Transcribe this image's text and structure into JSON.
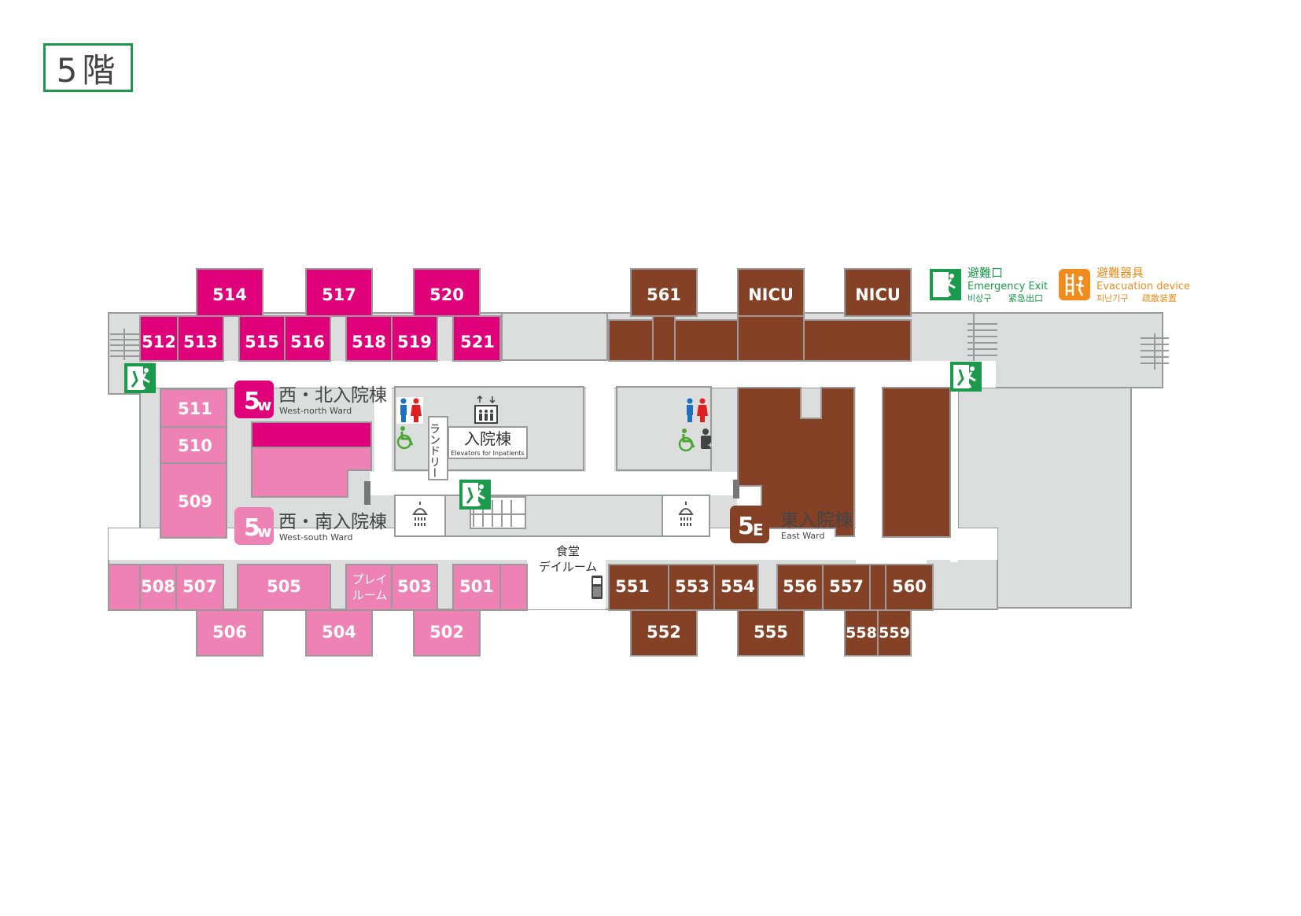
{
  "floor": "5階",
  "colors": {
    "west_north": "#e0007a",
    "west_south": "#ef82b4",
    "east": "#854125",
    "corridor_gray": "#dcdddd",
    "outline": "#9a9a9a",
    "exit_green": "#1a9a4a",
    "evac_orange": "#f08c1e"
  },
  "rooms": {
    "r514": "514",
    "r517": "517",
    "r520": "520",
    "r512": "512",
    "r513": "513",
    "r515": "515",
    "r516": "516",
    "r518": "518",
    "r519": "519",
    "r521": "521",
    "r511": "511",
    "r510": "510",
    "r509": "509",
    "r508": "508",
    "r507": "507",
    "r505": "505",
    "r503": "503",
    "r501": "501",
    "r506": "506",
    "r504": "504",
    "r502": "502",
    "r561": "561",
    "nicu1": "NICU",
    "nicu2": "NICU",
    "r551": "551",
    "r553": "553",
    "r554": "554",
    "r556": "556",
    "r557": "557",
    "r560": "560",
    "r552": "552",
    "r555": "555",
    "r558": "558",
    "r559": "559"
  },
  "playroom": {
    "line1": "プレイ",
    "line2": "ルーム"
  },
  "wards": {
    "west_north": {
      "badge_num": "5",
      "badge_letter": "w",
      "name": "西・北入院棟",
      "en": "West-north Ward"
    },
    "west_south": {
      "badge_num": "5",
      "badge_letter": "w",
      "name": "西・南入院棟",
      "en": "West-south Ward"
    },
    "east": {
      "badge_num": "5",
      "badge_letter": "E",
      "name": "東入院棟",
      "en": "East Ward"
    }
  },
  "facilities": {
    "laundry": "ランドリー",
    "elevators": "入院棟",
    "elevators_en": "Elevators for Inpatients",
    "dining_line1": "食堂",
    "dining_line2": "デイルーム"
  },
  "legend": {
    "exit_jp": "避難口",
    "exit_en": "Emergency Exit",
    "exit_kr": "비상구",
    "exit_cn": "紧急出口",
    "evac_jp": "避難器具",
    "evac_en": "Evacuation device",
    "evac_kr": "피난기구",
    "evac_cn": "疏散装置"
  },
  "icons": [
    "emergency-exit-icon",
    "evacuation-device-icon",
    "restroom-icon",
    "wheelchair-icon",
    "elevator-icon",
    "shower-icon",
    "phone-icon",
    "baby-care-icon"
  ]
}
